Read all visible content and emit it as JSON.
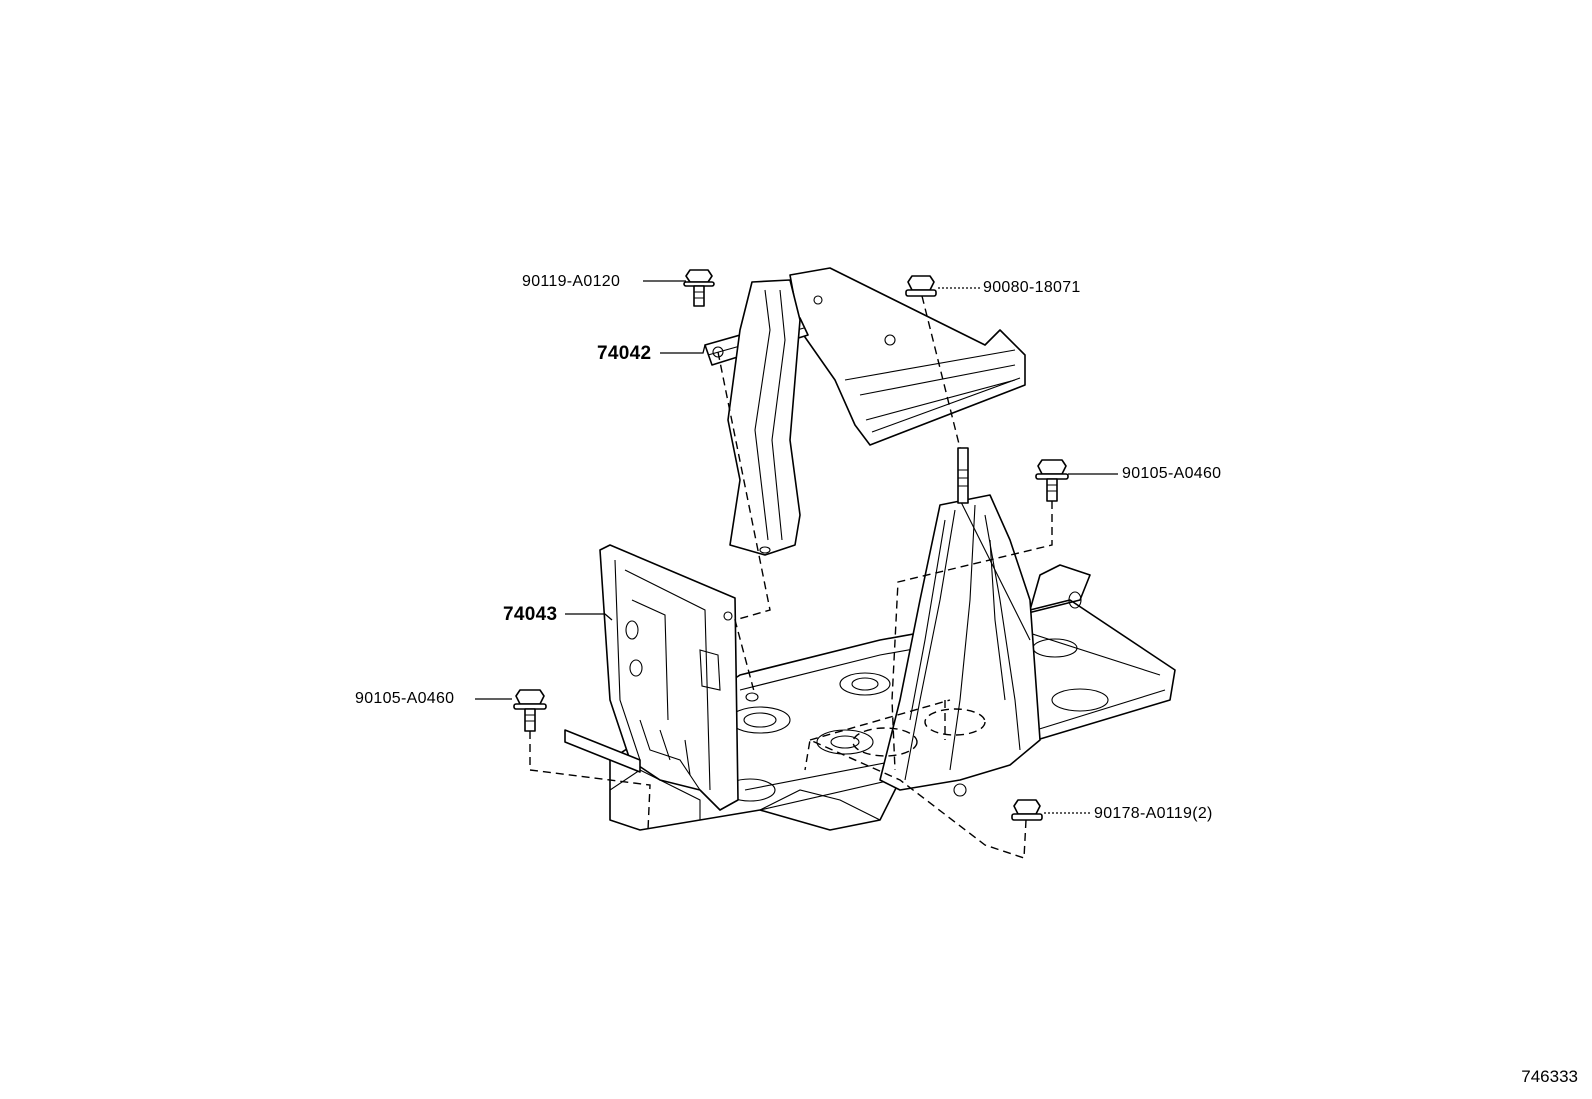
{
  "figure_id": "746333",
  "callouts": [
    {
      "key": "bolt_top_left",
      "text": "90119-A0120"
    },
    {
      "key": "bolt_top_right",
      "text": "90080-18071"
    },
    {
      "key": "upper_bracket",
      "text": "74042"
    },
    {
      "key": "bolt_right",
      "text": "90105-A0460"
    },
    {
      "key": "battery_tray",
      "text": "74043"
    },
    {
      "key": "bolt_left",
      "text": "90105-A0460"
    },
    {
      "key": "nut_bottom_right",
      "text": "90178-A0119(2)"
    }
  ]
}
